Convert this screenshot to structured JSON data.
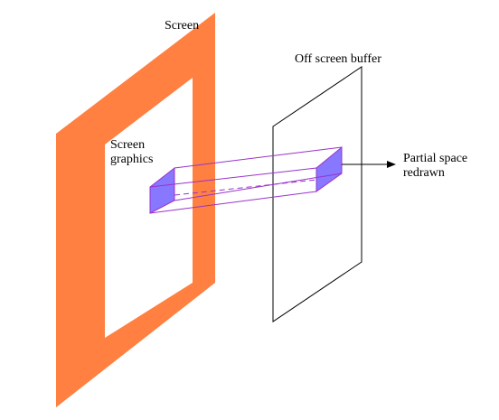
{
  "labels": {
    "screen": "Screen",
    "screen_graphics": [
      "Screen",
      "graphics"
    ],
    "off_screen_buffer": "Off screen buffer",
    "partial_space_redrawn": [
      "Partial space",
      "redrawn"
    ]
  },
  "colors": {
    "screen_frame": "#ff8040",
    "screen_inner": "#ffffff",
    "buffer_stroke": "#000000",
    "tube_stroke": "#9933cc",
    "end_face_fill": "#8877ff",
    "arrow": "#000000"
  }
}
